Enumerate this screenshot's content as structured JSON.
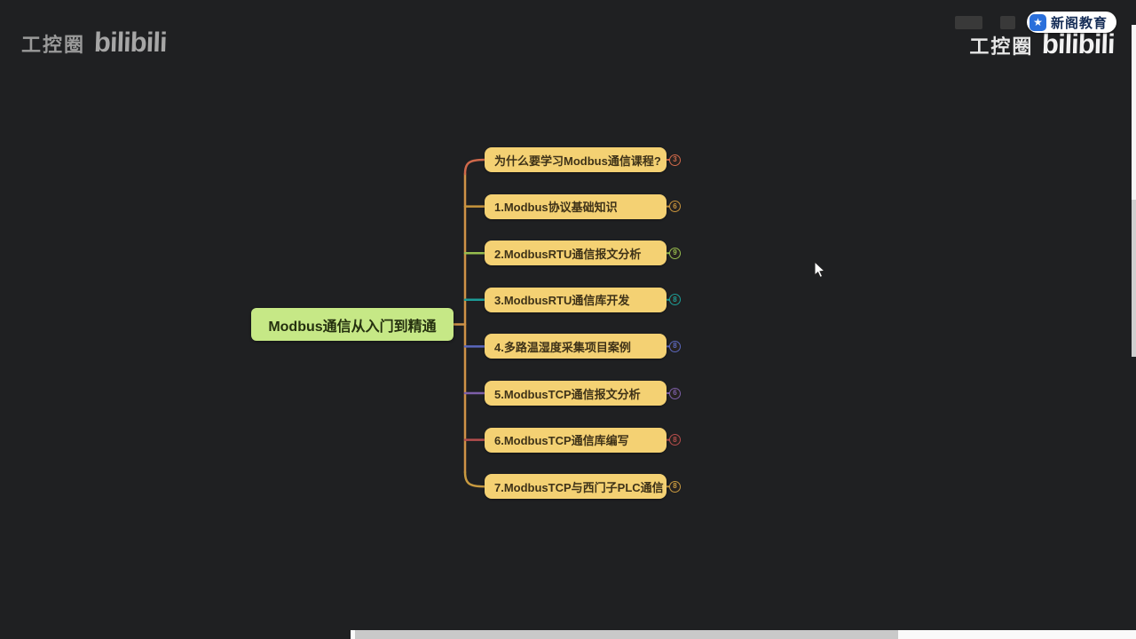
{
  "watermark_left": {
    "brand": "工控圈",
    "logo": "bilibili"
  },
  "watermark_right": {
    "brand": "工控圈",
    "logo": "bilibili"
  },
  "edu_badge": {
    "label": "新阁教育",
    "icon": "star",
    "icon_bg": "#2a6fdb",
    "bg": "#ffffff"
  },
  "mindmap": {
    "root": {
      "label": "Modbus通信从入门到精通",
      "fill": "#c6e886",
      "text_color": "#25300f"
    },
    "node_fill": "#f4d173",
    "node_text_color": "#3e3218",
    "trunk_color": "#cf9247",
    "branches": [
      {
        "label": "为什么要学习Modbus通信课程?",
        "badge": "3",
        "color": "#d0694b"
      },
      {
        "label": "1.Modbus协议基础知识",
        "badge": "6",
        "color": "#c8943c"
      },
      {
        "label": "2.ModbusRTU通信报文分析",
        "badge": "9",
        "color": "#96bd4e"
      },
      {
        "label": "3.ModbusRTU通信库开发",
        "badge": "8",
        "color": "#1c9d98"
      },
      {
        "label": "4.多路温湿度采集项目案例",
        "badge": "8",
        "color": "#5a67bd"
      },
      {
        "label": "5.ModbusTCP通信报文分析",
        "badge": "6",
        "color": "#7d5fa9"
      },
      {
        "label": "6.ModbusTCP通信库编写",
        "badge": "8",
        "color": "#b54d4d"
      },
      {
        "label": "7.ModbusTCP与西门子PLC通信",
        "badge": "8",
        "color": "#c89a40"
      }
    ]
  },
  "background_color": "#1f2022"
}
